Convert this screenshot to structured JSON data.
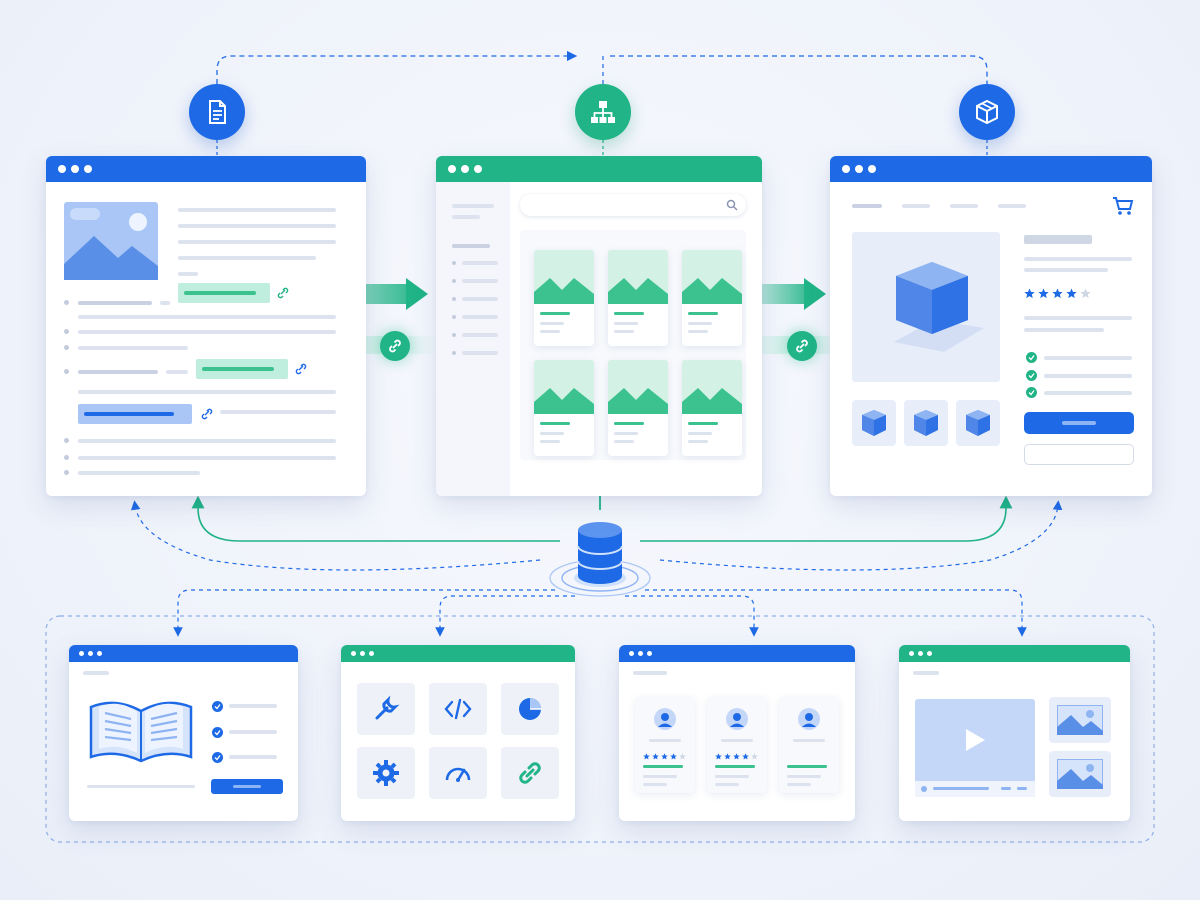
{
  "diagram": {
    "nodes": [
      {
        "id": "content",
        "icon": "document-icon",
        "color": "#1e6ae6"
      },
      {
        "id": "catalog",
        "icon": "sitemap-icon",
        "color": "#20b486"
      },
      {
        "id": "product",
        "icon": "box-icon",
        "color": "#1e6ae6"
      },
      {
        "id": "database",
        "icon": "database-icon",
        "color": "#1e6ae6"
      }
    ],
    "windows": [
      {
        "id": "content-page",
        "header_color": "#1e6ae6"
      },
      {
        "id": "catalog-page",
        "header_color": "#20b486"
      },
      {
        "id": "product-page",
        "header_color": "#1e6ae6"
      },
      {
        "id": "docs-page",
        "header_color": "#1e6ae6"
      },
      {
        "id": "tools-page",
        "header_color": "#20b486"
      },
      {
        "id": "reviews-page",
        "header_color": "#1e6ae6"
      },
      {
        "id": "media-page",
        "header_color": "#20b486"
      }
    ],
    "tool_icons": [
      "wrench-icon",
      "code-icon",
      "pie-chart-icon",
      "gear-icon",
      "speedometer-icon",
      "link-icon"
    ],
    "rating_stars": 4,
    "rating_max": 5,
    "colors": {
      "primary": "#1e6ae6",
      "accent": "#20b486",
      "muted": "#dde3ee"
    }
  }
}
